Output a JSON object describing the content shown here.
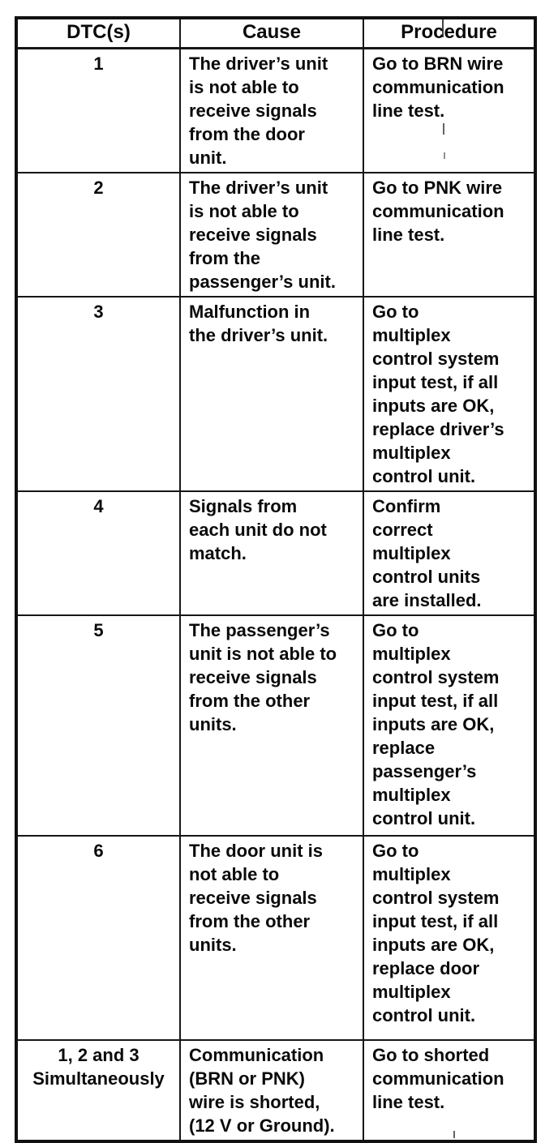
{
  "document": {
    "type": "scanned-service-manual-table",
    "table": {
      "columns": [
        "DTC(s)",
        "Cause",
        "Procedure"
      ],
      "rows": [
        {
          "dtc": "1",
          "cause": "The driver’s unit\nis not able to\nreceive signals\nfrom the door\nunit.",
          "procedure": "Go to BRN wire\ncommunication\nline test."
        },
        {
          "dtc": "2",
          "cause": "The driver’s unit\nis not able to\nreceive signals\nfrom the\npassenger’s unit.",
          "procedure": "Go to PNK wire\ncommunication\nline test."
        },
        {
          "dtc": "3",
          "cause": "Malfunction in\nthe driver’s unit.",
          "procedure": "Go to\nmultiplex\ncontrol system\ninput test, if all\ninputs are OK,\nreplace driver’s\nmultiplex\ncontrol unit."
        },
        {
          "dtc": "4",
          "cause": "Signals from\neach unit do not\nmatch.",
          "procedure": "Confirm\ncorrect\nmultiplex\ncontrol units\nare installed."
        },
        {
          "dtc": "5",
          "cause": "The passenger’s\nunit is not able to\nreceive signals\nfrom the other\nunits.",
          "procedure": "Go to\nmultiplex\ncontrol system\ninput test, if all\ninputs are OK,\nreplace\npassenger’s\nmultiplex\ncontrol unit."
        },
        {
          "dtc": "6",
          "cause": "The door unit is\nnot able to\nreceive signals\nfrom the other\nunits.",
          "procedure": "Go to\nmultiplex\ncontrol system\ninput test, if all\ninputs are OK,\nreplace door\nmultiplex\ncontrol unit."
        },
        {
          "dtc": "1, 2 and 3\nSimultaneously",
          "cause": "Communication\n(BRN or PNK)\nwire is shorted,\n(12 V or Ground).",
          "procedure": "Go to shorted\ncommunication\nline test."
        }
      ]
    }
  }
}
